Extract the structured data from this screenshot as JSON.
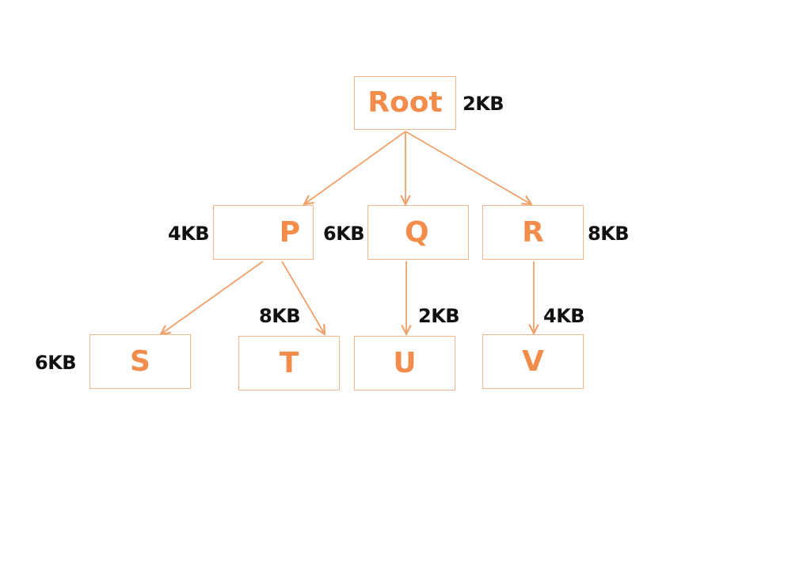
{
  "colors": {
    "node_text": "#f28c4a",
    "node_border": "#f6b58a",
    "edge": "#f0a06a",
    "size_text": "#111111",
    "background": "#ffffff"
  },
  "nodes": {
    "root": {
      "label": "Root",
      "size": "2KB"
    },
    "p": {
      "label": "P",
      "size": "4KB"
    },
    "q": {
      "label": "Q",
      "size": "6KB"
    },
    "r": {
      "label": "R",
      "size": "8KB"
    },
    "s": {
      "label": "S",
      "size": "6KB"
    },
    "t": {
      "label": "T",
      "size": "8KB"
    },
    "u": {
      "label": "U",
      "size": "2KB"
    },
    "v": {
      "label": "V",
      "size": "4KB"
    }
  },
  "edges": [
    {
      "from": "root",
      "to": "p"
    },
    {
      "from": "root",
      "to": "q"
    },
    {
      "from": "root",
      "to": "r"
    },
    {
      "from": "p",
      "to": "s"
    },
    {
      "from": "p",
      "to": "t"
    },
    {
      "from": "q",
      "to": "u"
    },
    {
      "from": "r",
      "to": "v"
    }
  ]
}
